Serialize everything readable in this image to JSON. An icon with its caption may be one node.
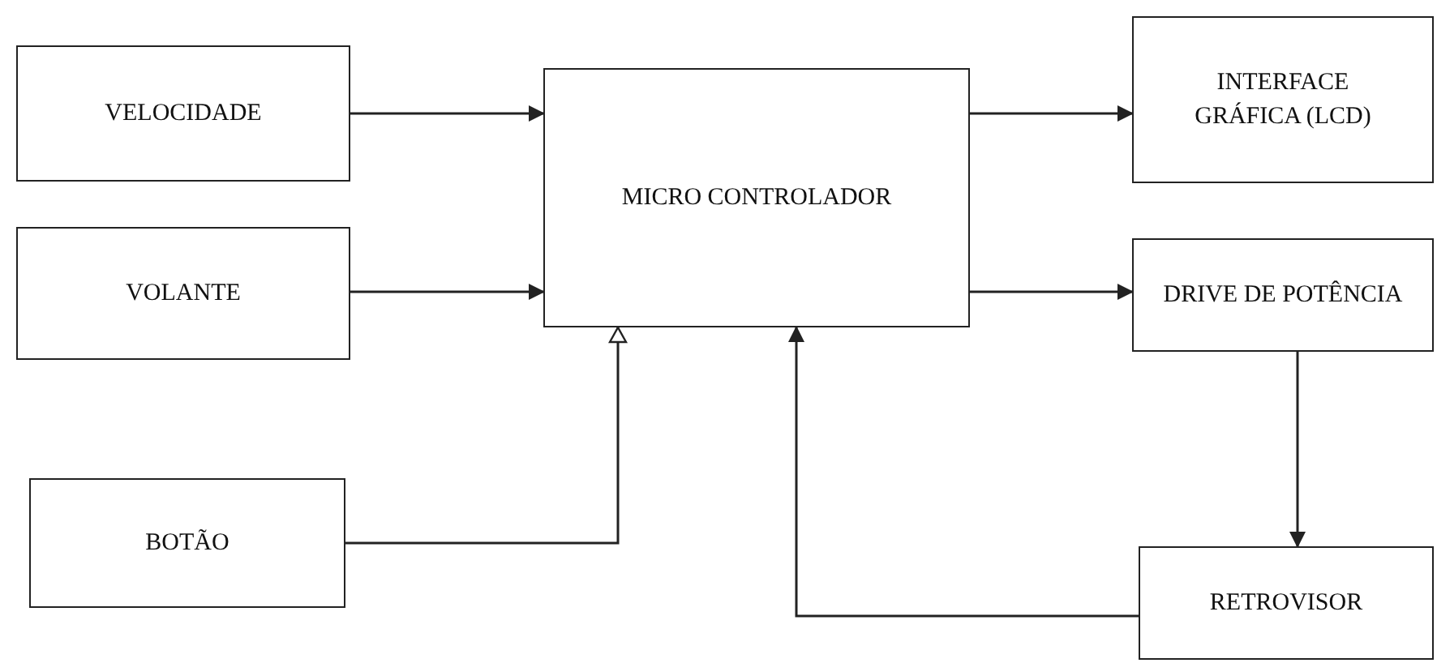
{
  "diagram": {
    "nodes": [
      {
        "text": [
          "VELOCIDADE"
        ]
      },
      {
        "text": [
          "VOLANTE"
        ]
      },
      {
        "text": [
          "BOTÃO"
        ]
      },
      {
        "text": [
          "MICRO CONTROLADOR"
        ]
      },
      {
        "text": [
          "INTERFACE GRÁFICA (LCD)"
        ]
      },
      {
        "text": [
          "DRIVE DE POTÊNCIA"
        ]
      },
      {
        "text": [
          "RETROVISOR"
        ]
      }
    ],
    "edges": [
      {
        "from": 0,
        "to": 3,
        "arrow": "to"
      },
      {
        "from": 1,
        "to": 3,
        "arrow": "to"
      },
      {
        "from": 2,
        "to": 3,
        "arrow": "to"
      },
      {
        "from": 3,
        "to": 4,
        "arrow": "to"
      },
      {
        "from": 3,
        "to": 5,
        "arrow": "to"
      },
      {
        "from": 5,
        "to": 6,
        "arrow": "to"
      },
      {
        "from": 6,
        "to": 3,
        "arrow": "to"
      }
    ]
  }
}
